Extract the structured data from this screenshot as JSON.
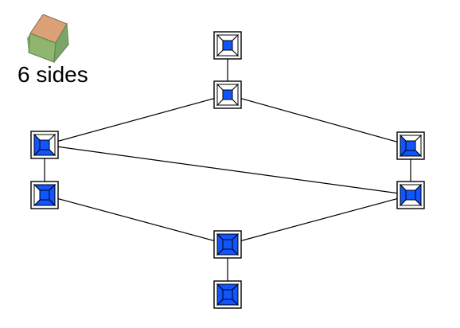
{
  "caption": "6 sides",
  "colors": {
    "blue": "#1155ff",
    "white": "#ffffff",
    "outline": "#000000",
    "edge": "#000000",
    "cube_top": "#dba177",
    "cube_left": "#7aa66a",
    "cube_front": "#8fb56f"
  },
  "icon": "hexahedron-cube-icon",
  "nodes": [
    {
      "id": "n1",
      "fill": [
        "white",
        "white",
        "white",
        "white",
        "blue"
      ]
    },
    {
      "id": "n2",
      "fill": [
        "white",
        "white",
        "white",
        "white",
        "blue"
      ]
    },
    {
      "id": "n3",
      "fill": [
        "white",
        "white",
        "blue",
        "blue",
        "blue"
      ]
    },
    {
      "id": "n4",
      "fill": [
        "white",
        "white",
        "blue",
        "blue",
        "blue"
      ]
    },
    {
      "id": "n5",
      "fill": [
        "blue",
        "blue",
        "blue",
        "white",
        "blue"
      ]
    },
    {
      "id": "n6",
      "fill": [
        "white",
        "blue",
        "white",
        "blue",
        "blue"
      ]
    },
    {
      "id": "n7",
      "fill": [
        "blue",
        "blue",
        "blue",
        "blue",
        "blue"
      ]
    },
    {
      "id": "n8",
      "fill": [
        "blue",
        "blue",
        "blue",
        "blue",
        "blue"
      ]
    }
  ],
  "edges": [
    [
      "n1",
      "n2"
    ],
    [
      "n2",
      "n3"
    ],
    [
      "n2",
      "n4"
    ],
    [
      "n3",
      "n5"
    ],
    [
      "n3",
      "n6"
    ],
    [
      "n4",
      "n6"
    ],
    [
      "n5",
      "n7"
    ],
    [
      "n6",
      "n7"
    ],
    [
      "n7",
      "n8"
    ]
  ]
}
